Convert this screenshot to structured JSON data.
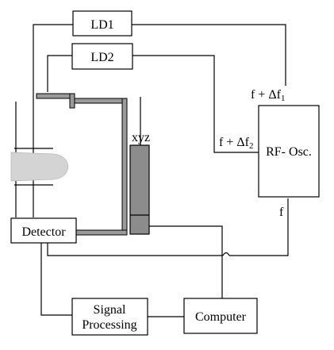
{
  "blocks": {
    "ld1": "LD1",
    "ld2": "LD2",
    "rf_osc": "RF- Osc.",
    "detector": "Detector",
    "signal_processing_line1": "Signal",
    "signal_processing_line2": "Processing",
    "computer": "Computer"
  },
  "labels": {
    "xyz": "xyz",
    "f_plus": "f + Δf",
    "sub1": "1",
    "sub2": "2",
    "f": "f"
  },
  "colors": {
    "line": "#000000",
    "stage_fill": "#8c8c8c",
    "probe_fill": "#9a9a9a",
    "beam_fill": "#d4d4d4"
  }
}
